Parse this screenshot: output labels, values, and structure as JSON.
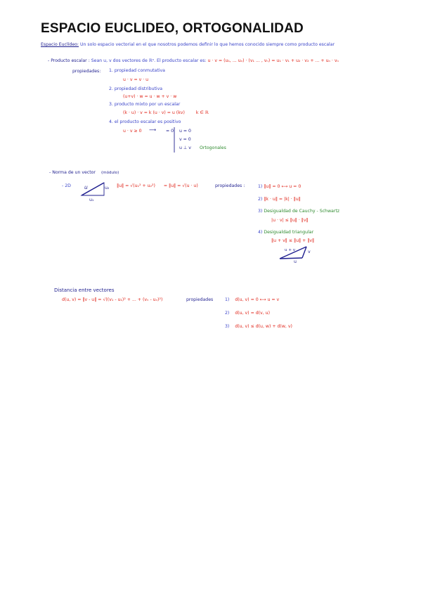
{
  "title": "ESPACIO EUCLIDEO, ORTOGONALIDAD",
  "intro": {
    "label": "Espacio Euclídeo:",
    "text": "Un solo espacio vectorial en el que nosotros podemos definir lo que hemos conocido siempre como producto escalar"
  },
  "producto_escalar": {
    "heading": "- Producto escalar :",
    "lead": "Sean u, v dos vectores de ℝⁿ. El producto escalar es:",
    "formula": "u · v = (u₁, ... uₙ) · (v₁ ... , vₙ) = u₁ · v₁ + u₂ · v₂ + ... + uₙ · vₙ",
    "props_label": "propiedades:",
    "props": [
      {
        "name": "1. propiedad conmutativa",
        "formula": "u · v = v · u"
      },
      {
        "name": "2. propiedad distributiva",
        "formula": "(u+v) · w = u · w + v · w"
      },
      {
        "name": "3. producto mixto por un escalar",
        "formula": "(k · u) · v = k (u · v) = u (kv)",
        "note": "k ∈ ℝ"
      },
      {
        "name": "4. el producto escalar es positivo",
        "formula": "u · v ≥ 0",
        "arrow": "⟶",
        "eq0": "= 0",
        "cases": [
          "u = 0",
          "v = 0",
          "u ⊥ v"
        ],
        "green_label": "Ortogonales"
      }
    ]
  },
  "norma": {
    "heading": "- Norma de un vector",
    "note": "(módulo)",
    "dim": "- 2D",
    "tri_u": "u",
    "tri_u1": "u₁",
    "tri_u2": "u₂",
    "formula": "‖u‖ = √(u₁² + u₂²)",
    "formula2": "= ‖u‖ = √(u · u)",
    "props_label": "propiedades :",
    "props": [
      {
        "num": "1)",
        "text": "‖u‖ = 0 ⟷ u = 0"
      },
      {
        "num": "2)",
        "text": "‖k · u‖ = |k| · ‖u‖"
      },
      {
        "num": "3)",
        "text": "Desigualdad de Cauchy - Schwartz",
        "formula": "|u · v| ≤ ‖u‖ · ‖v‖"
      },
      {
        "num": "4)",
        "text": "Desigualdad triangular",
        "formula": "‖u + v‖ ≤ ‖u‖ + ‖v‖"
      }
    ],
    "tri2": {
      "sum": "u + v",
      "v": "v",
      "u": "u"
    }
  },
  "distancia": {
    "heading": "Distancia entre vectores",
    "formula": "d(u, v) = ‖v - u‖ = √((v₁ - u₁)² + ... + (vₙ - uₙ)²)",
    "props_label": "propiedades",
    "props": [
      {
        "num": "1)",
        "text": "d(u, v) = 0 ⟷ u = v"
      },
      {
        "num": "2)",
        "text": "d(u, v) = d(v, u)"
      },
      {
        "num": "3)",
        "text": "d(u, v) ≤ d(u, w) + d(w, v)"
      }
    ]
  },
  "colors": {
    "navy": "#1f1f8f",
    "red": "#e0261b",
    "blue": "#3a44c9",
    "green": "#2e8a2e"
  }
}
